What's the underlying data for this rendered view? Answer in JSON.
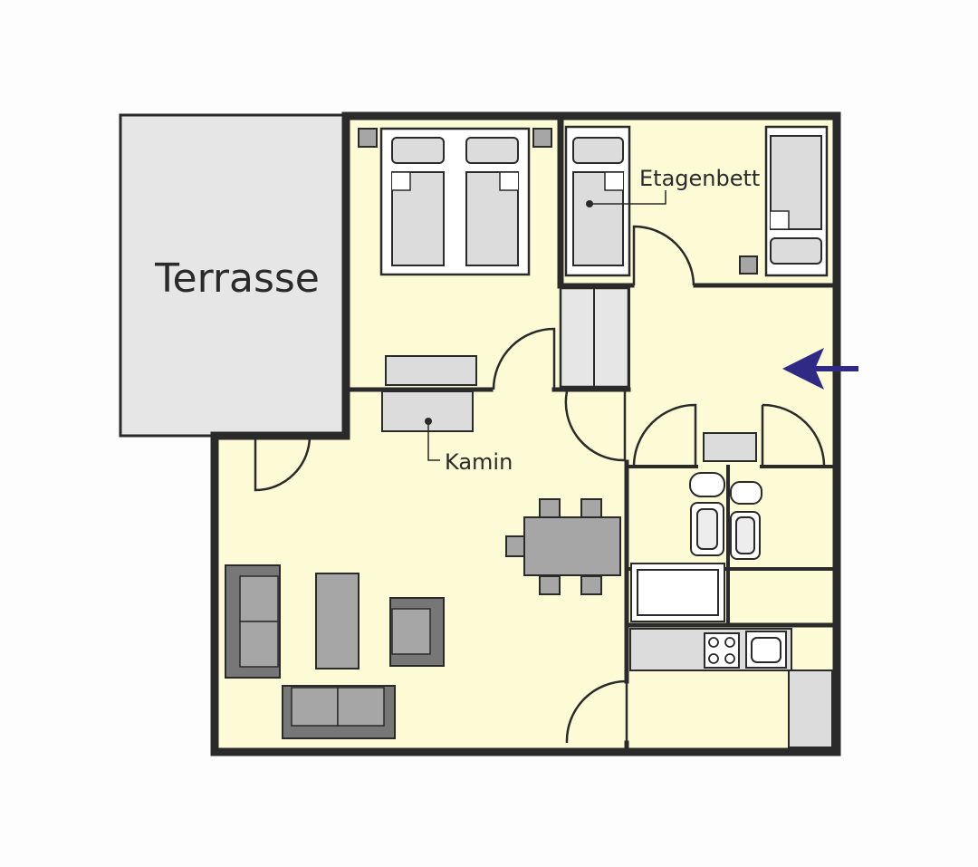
{
  "labels": {
    "terrace": "Terrasse",
    "bunk_bed": "Etagenbett",
    "fireplace": "Kamin"
  },
  "colors": {
    "floor": "#fdfbd6",
    "wall": "#2a2a2a",
    "terrace": "#e6e6e6",
    "furniture_light": "#dcdcdc",
    "furniture_mid": "#a6a6a6",
    "furniture_dark": "#777777",
    "entrance_arrow": "#2e2a86"
  },
  "icons": {
    "entrance": "entrance-arrow-icon"
  }
}
